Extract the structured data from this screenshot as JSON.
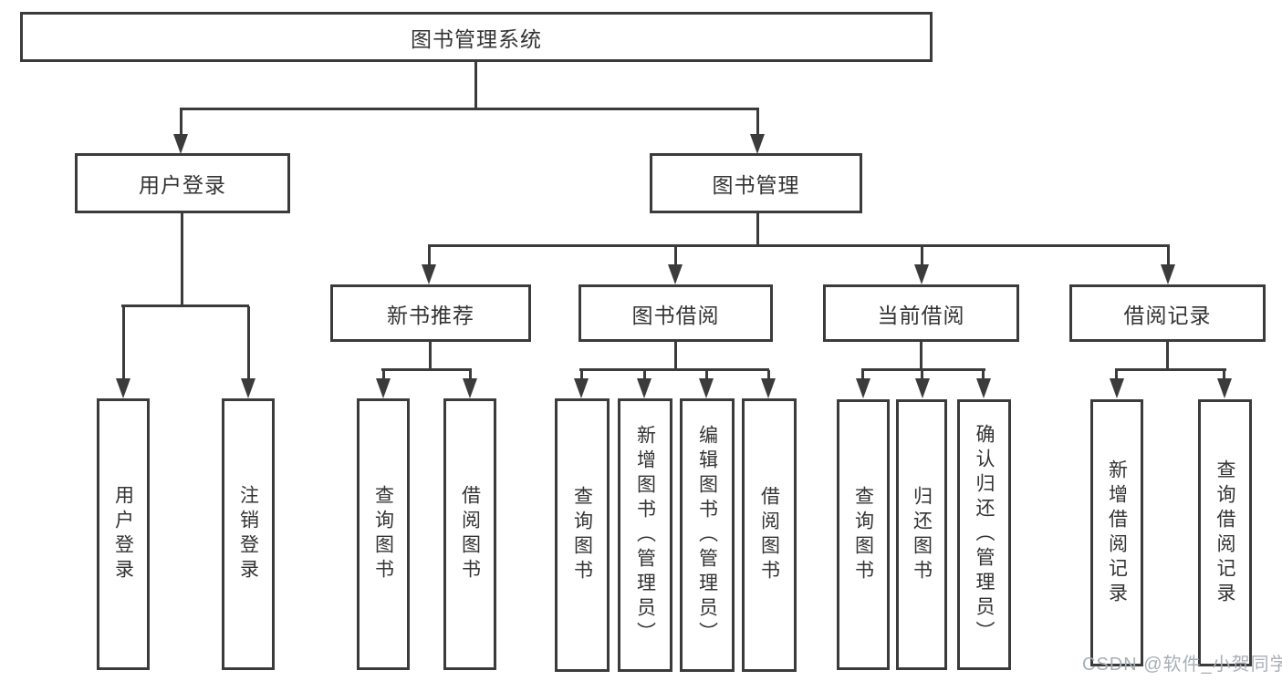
{
  "diagram_title": "图书管理系统",
  "tree": {
    "root": {
      "label": "图书管理系统"
    },
    "level2": [
      {
        "label": "用户登录",
        "children": [
          {
            "label": "用户登录"
          },
          {
            "label": "注销登录"
          }
        ]
      },
      {
        "label": "图书管理",
        "children": [
          {
            "label": "新书推荐",
            "children": [
              {
                "label": "查询图书"
              },
              {
                "label": "借阅图书"
              }
            ]
          },
          {
            "label": "图书借阅",
            "children": [
              {
                "label": "查询图书"
              },
              {
                "label": "新增图书（管理员）"
              },
              {
                "label": "编辑图书（管理员）"
              },
              {
                "label": "借阅图书"
              }
            ]
          },
          {
            "label": "当前借阅",
            "children": [
              {
                "label": "查询图书"
              },
              {
                "label": "归还图书"
              },
              {
                "label": "确认归还（管理员）"
              }
            ]
          },
          {
            "label": "借阅记录",
            "children": [
              {
                "label": "新增借阅记录"
              },
              {
                "label": "查询借阅记录"
              }
            ]
          }
        ]
      }
    ]
  },
  "watermark": {
    "text": "CSDN @软件_小贺同学"
  },
  "colors": {
    "line": "#3b3b3b",
    "box_border": "#3b3b3b",
    "box_fill": "#ffffff",
    "text": "#333333",
    "watermark_text": "#a9afb6",
    "background": "#ffffff"
  }
}
